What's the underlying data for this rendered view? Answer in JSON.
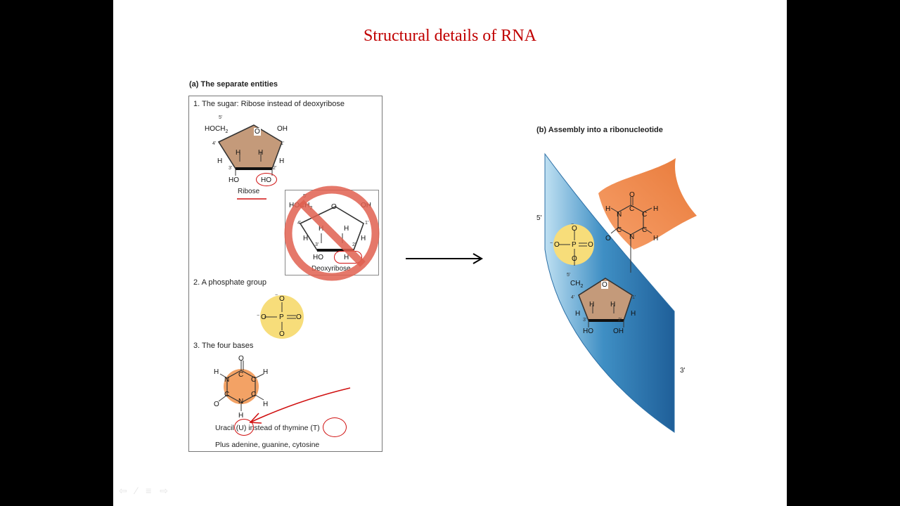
{
  "slide": {
    "title": "Structural details of RNA"
  },
  "panel_a": {
    "heading": "(a) The separate entities",
    "sugar_label": "1. The sugar: Ribose instead of deoxyribose",
    "ribose": {
      "name": "Ribose",
      "pos5": "5'",
      "pos4": "4'",
      "pos3": "3'",
      "pos2": "2'",
      "pos1": "1'",
      "hoch2": "HOCH",
      "sub2": "2",
      "oh_right": "OH",
      "h4": "H",
      "h3up": "H",
      "h2up": "H",
      "h1": "H",
      "ho3": "HO",
      "ho2": "HO"
    },
    "deoxyribose": {
      "name": "Deoxyribose",
      "pos5": "5'",
      "pos4": "4'",
      "pos3": "3'",
      "pos2": "2'",
      "pos1": "1'",
      "hoch2": "HOCH",
      "sub2": "2",
      "oh_right": "OH",
      "h4": "H",
      "h3up": "H",
      "h2up": "H",
      "h1": "H",
      "ho3": "HO",
      "h2": "H"
    },
    "phosphate_label": "2. A phosphate group",
    "phosphate": {
      "o_top": "O",
      "o_left": "O",
      "p": "P",
      "o_right": "O",
      "o_bottom": "O",
      "minus_top": "−",
      "minus_left": "−"
    },
    "bases_label": "3. The four bases",
    "uracil": {
      "o_top": "O",
      "o_left": "O",
      "n1": "N",
      "n3": "N",
      "c2": "C",
      "c4": "C",
      "c5": "C",
      "c6": "C",
      "h_left": "H",
      "h_right_top": "H",
      "h_right_bottom": "H",
      "h_bottom": "H"
    },
    "uracil_caption": "Uracil (U) instead of thymine (T)",
    "plus_caption": "Plus adenine, guanine, cytosine"
  },
  "panel_b": {
    "heading": "(b) Assembly into a ribonucleotide",
    "five_prime": "5'",
    "three_prime": "3'",
    "phosphate": {
      "o_top": "O",
      "o_left": "O",
      "p": "P",
      "o_right": "O",
      "o_bottom": "O",
      "minus_top": "−",
      "minus_left": "−"
    },
    "ch2": "CH",
    "sub2": "2",
    "pos5": "5'",
    "pos4": "4'",
    "pos3": "3'",
    "pos2": "2'",
    "pos1": "1'",
    "h4": "H",
    "h3up": "H",
    "h2up": "H",
    "h1": "H",
    "ho3": "HO",
    "oh2": "OH",
    "base": {
      "o_top": "O",
      "o_left": "O",
      "n1": "N",
      "n3": "N",
      "c2": "C",
      "c4": "C",
      "c5": "C",
      "c6": "C",
      "h_left": "H",
      "h_right": "H",
      "h_bottom": "H"
    }
  },
  "colors": {
    "title": "#c00000",
    "sugar": "#c49a7a",
    "phosphate": "#f7dd7a",
    "base": "#f3a265",
    "backbone": "#3f8fc4",
    "prohibition": "#e06050",
    "annotation": "#d01010"
  },
  "toolbar": {
    "icons": [
      "arrow-left-icon",
      "pen-icon",
      "menu-icon",
      "arrow-right-icon"
    ],
    "glyphs": [
      "⇦",
      "∕",
      "≡",
      "⇨"
    ]
  }
}
